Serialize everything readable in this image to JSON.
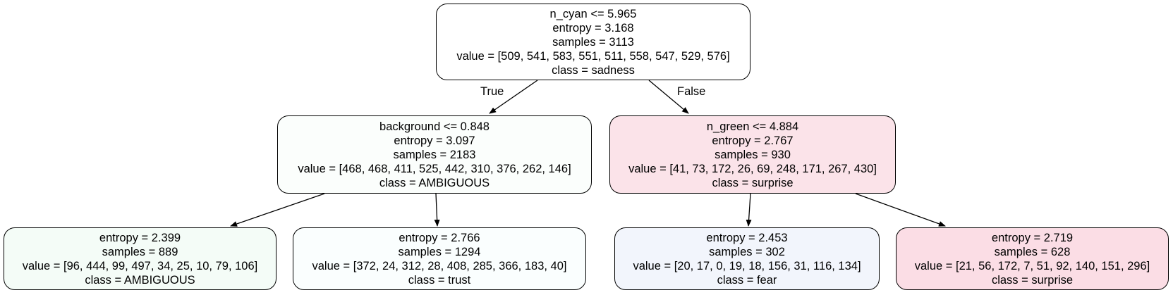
{
  "nodes": [
    {
      "id": "root",
      "split": "n_cyan <= 5.965",
      "entropy": "entropy = 3.168",
      "samples": "samples = 3113",
      "value": "value = [509, 541, 583, 551, 511, 558, 547, 529, 576]",
      "class": "class = sadness",
      "fill": "#ffffff"
    },
    {
      "id": "left",
      "split": "background <= 0.848",
      "entropy": "entropy = 3.097",
      "samples": "samples = 2183",
      "value": "value = [468, 468, 411, 525, 442, 310, 376, 262, 146]",
      "class": "class = AMBIGUOUS",
      "fill": "#fbfefc"
    },
    {
      "id": "right",
      "split": "n_green <= 4.884",
      "entropy": "entropy = 2.767",
      "samples": "samples = 930",
      "value": "value = [41, 73, 172, 26, 69, 248, 171, 267, 430]",
      "class": "class = surprise",
      "fill": "#fbe3e9"
    },
    {
      "id": "leaf1",
      "entropy": "entropy = 2.399",
      "samples": "samples = 889",
      "value": "value = [96, 444, 99, 497, 34, 25, 10, 79, 106]",
      "class": "class = AMBIGUOUS",
      "fill": "#f4fcf7"
    },
    {
      "id": "leaf2",
      "entropy": "entropy = 2.766",
      "samples": "samples = 1294",
      "value": "value = [372, 24, 312, 28, 408, 285, 366, 183, 40]",
      "class": "class = trust",
      "fill": "#fafefe"
    },
    {
      "id": "leaf3",
      "entropy": "entropy = 2.453",
      "samples": "samples = 302",
      "value": "value = [20, 17, 0, 19, 18, 156, 31, 116, 134]",
      "class": "class = fear",
      "fill": "#f2f5fc"
    },
    {
      "id": "leaf4",
      "entropy": "entropy = 2.719",
      "samples": "samples = 628",
      "value": "value = [21, 56, 172, 7, 51, 92, 140, 151, 296]",
      "class": "class = surprise",
      "fill": "#fbdde5"
    }
  ],
  "edge_labels": {
    "true_label": "True",
    "false_label": "False"
  },
  "colors": {
    "line": "#000000"
  }
}
